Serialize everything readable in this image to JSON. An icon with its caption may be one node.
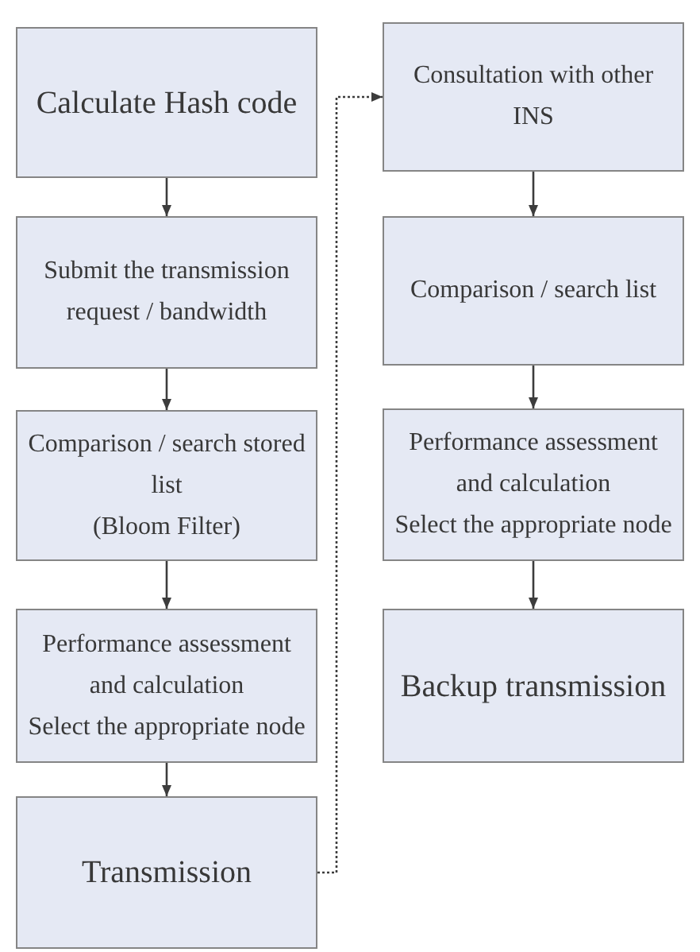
{
  "diagram": {
    "nodes": [
      {
        "text": [
          "Calculate Hash code"
        ]
      },
      {
        "text": [
          "Submit the transmission request / bandwidth"
        ]
      },
      {
        "text": [
          "Comparison / search stored list",
          "(Bloom Filter)"
        ]
      },
      {
        "text": [
          "Performance assessment and calculation",
          "Select the appropriate node"
        ]
      },
      {
        "text": [
          "Transmission"
        ]
      },
      {
        "text": [
          "Consultation with other INS"
        ]
      },
      {
        "text": [
          "Comparison / search list"
        ]
      },
      {
        "text": [
          "Performance assessment and calculation",
          "Select the appropriate node"
        ]
      },
      {
        "text": [
          "Backup transmission"
        ]
      }
    ],
    "edges": [
      {
        "from": 0,
        "to": 1,
        "arrow": "to"
      },
      {
        "from": 1,
        "to": 2,
        "arrow": "to"
      },
      {
        "from": 2,
        "to": 3,
        "arrow": "to"
      },
      {
        "from": 3,
        "to": 4,
        "arrow": "to"
      },
      {
        "from": 4,
        "to": 5,
        "arrow": "to",
        "style": "dashed"
      },
      {
        "from": 5,
        "to": 6,
        "arrow": "to"
      },
      {
        "from": 6,
        "to": 7,
        "arrow": "to"
      },
      {
        "from": 7,
        "to": 8,
        "arrow": "to"
      }
    ]
  }
}
